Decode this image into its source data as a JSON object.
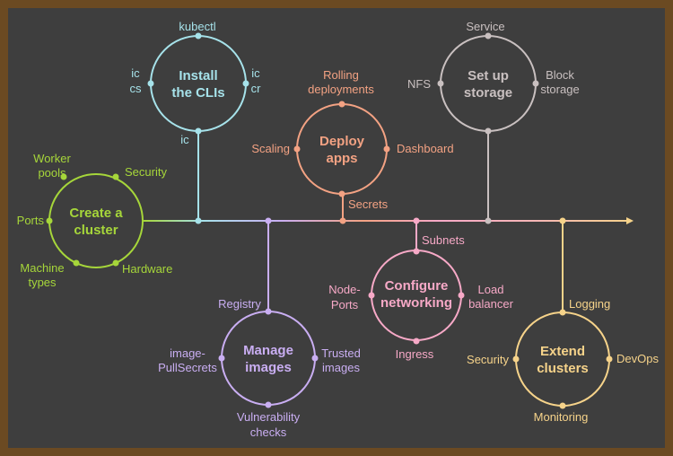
{
  "colors": {
    "background": "#3e3e3e",
    "border": "#6b4a22",
    "cluster": "#a6d63a",
    "cli": "#a6e2ea",
    "deploy": "#f3a283",
    "storage": "#c9c0c0",
    "images": "#c9aef2",
    "networking": "#f7a9c7",
    "extend": "#f6d38a"
  },
  "nodes": {
    "cluster": {
      "title_line1": "Create a",
      "title_line2": "cluster",
      "worker_pools_1": "Worker",
      "worker_pools_2": "pools",
      "security": "Security",
      "ports": "Ports",
      "machine_types_1": "Machine",
      "machine_types_2": "types",
      "hardware": "Hardware"
    },
    "cli": {
      "title_line1": "Install",
      "title_line2": "the CLIs",
      "kubectl": "kubectl",
      "ic_left": "ic",
      "cs": "cs",
      "ic_right": "ic",
      "cr": "cr",
      "ic_bottom": "ic"
    },
    "deploy": {
      "title_line1": "Deploy",
      "title_line2": "apps",
      "rolling_1": "Rolling",
      "rolling_2": "deployments",
      "scaling": "Scaling",
      "dashboard": "Dashboard",
      "secrets": "Secrets"
    },
    "storage": {
      "title_line1": "Set up",
      "title_line2": "storage",
      "service": "Service",
      "nfs": "NFS",
      "block_1": "Block",
      "block_2": "storage"
    },
    "images": {
      "title_line1": "Manage",
      "title_line2": "images",
      "registry": "Registry",
      "pull_1": "image-",
      "pull_2": "PullSecrets",
      "trusted_1": "Trusted",
      "trusted_2": "images",
      "vuln_1": "Vulnerability",
      "vuln_2": "checks"
    },
    "networking": {
      "title_line1": "Configure",
      "title_line2": "networking",
      "subnets": "Subnets",
      "nodeports_1": "Node-",
      "nodeports_2": "Ports",
      "lb_1": "Load",
      "lb_2": "balancer",
      "ingress": "Ingress"
    },
    "extend": {
      "title_line1": "Extend",
      "title_line2": "clusters",
      "logging": "Logging",
      "security": "Security",
      "devops": "DevOps",
      "monitoring": "Monitoring"
    }
  }
}
